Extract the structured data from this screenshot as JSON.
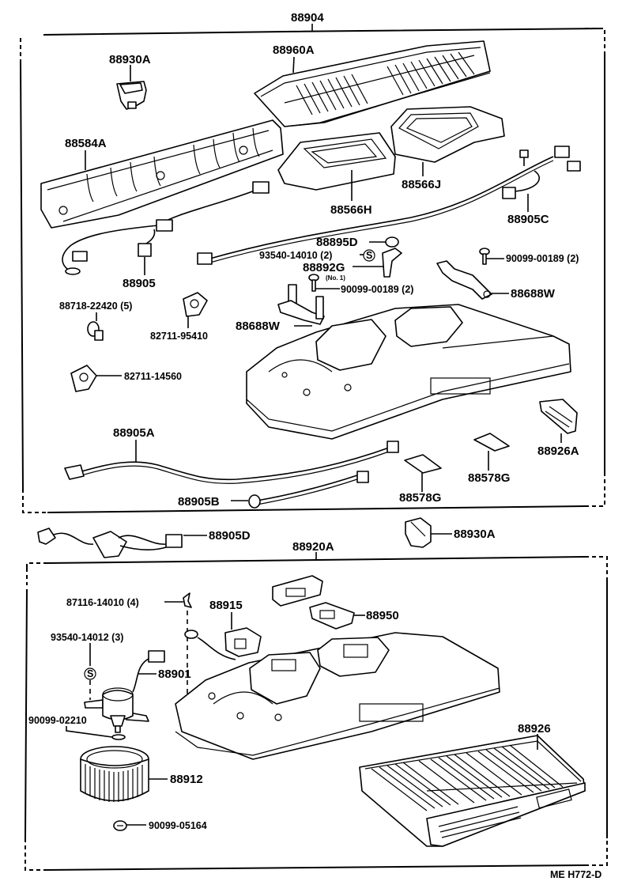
{
  "diagram": {
    "title": "Heater / Air Conditioner Control Assembly - Parts Diagram",
    "reference_code": "ME H772-D",
    "colors": {
      "ink": "#000000",
      "paper": "#ffffff"
    },
    "upper_group": {
      "assembly_label": "88904",
      "parts": {
        "p88930A_top": "88930A",
        "p88960A": "88960A",
        "p88584A": "88584A",
        "p88566H": "88566H",
        "p88566J": "88566J",
        "p88905C": "88905C",
        "p88905": "88905",
        "p88895D": "88895D",
        "p93540_14010": "93540-14010 (2)",
        "p88892G": "88892G",
        "p88892G_note": "(No. 1)",
        "p90099_00189_a": "90099-00189 (2)",
        "p90099_00189_b": "90099-00189 (2)",
        "p88688W_right": "88688W",
        "p88688W_left": "88688W",
        "p88718_22420": "88718-22420 (5)",
        "p82711_95410": "82711-95410",
        "p82711_14560": "82711-14560",
        "p88905A": "88905A",
        "p88905B": "88905B",
        "p88578G_a": "88578G",
        "p88578G_b": "88578G",
        "p88926A": "88926A"
      }
    },
    "middle": {
      "p88905D": "88905D",
      "p88930A": "88930A"
    },
    "lower_group": {
      "assembly_label": "88920A",
      "parts": {
        "p87116_14010": "87116-14010 (4)",
        "p88915": "88915",
        "p88950": "88950",
        "p93540_14012": "93540-14012 (3)",
        "p88901": "88901",
        "p90099_02210": "90099-02210",
        "p88926": "88926",
        "p88912": "88912",
        "p90099_05164": "90099-05164"
      }
    },
    "washer_symbol": "S"
  }
}
